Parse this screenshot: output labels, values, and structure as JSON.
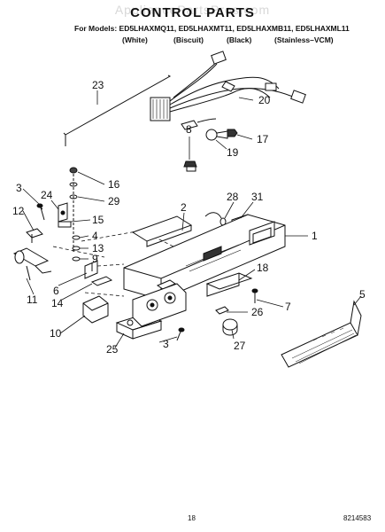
{
  "header": {
    "watermark": "AppliancePartsPros.com",
    "title": "CONTROL PARTS",
    "models": "For Models: ED5LHAXMQ11, ED5LHAXMT11, ED5LHAXMB11, ED5LHAXML11",
    "colors": [
      "(White)",
      "(Biscuit)",
      "(Black)",
      "(Stainless–VCM)"
    ]
  },
  "callouts": [
    {
      "id": "c23",
      "label": "23"
    },
    {
      "id": "c20",
      "label": "20"
    },
    {
      "id": "c8",
      "label": "8"
    },
    {
      "id": "c17",
      "label": "17"
    },
    {
      "id": "c19",
      "label": "19"
    },
    {
      "id": "c16",
      "label": "16"
    },
    {
      "id": "c29",
      "label": "29"
    },
    {
      "id": "c3a",
      "label": "3"
    },
    {
      "id": "c24",
      "label": "24"
    },
    {
      "id": "c12",
      "label": "12"
    },
    {
      "id": "c15",
      "label": "15"
    },
    {
      "id": "c4",
      "label": "4"
    },
    {
      "id": "c13",
      "label": "13"
    },
    {
      "id": "c9",
      "label": "9"
    },
    {
      "id": "c2",
      "label": "2"
    },
    {
      "id": "c28",
      "label": "28"
    },
    {
      "id": "c31",
      "label": "31"
    },
    {
      "id": "c1",
      "label": "1"
    },
    {
      "id": "c11",
      "label": "11"
    },
    {
      "id": "c6",
      "label": "6"
    },
    {
      "id": "c14",
      "label": "14"
    },
    {
      "id": "c18",
      "label": "18"
    },
    {
      "id": "c5",
      "label": "5"
    },
    {
      "id": "c7",
      "label": "7"
    },
    {
      "id": "c10",
      "label": "10"
    },
    {
      "id": "c26",
      "label": "26"
    },
    {
      "id": "c27",
      "label": "27"
    },
    {
      "id": "c25",
      "label": "25"
    },
    {
      "id": "c3b",
      "label": "3"
    }
  ],
  "footer": {
    "page": "18",
    "part_number": "8214583"
  }
}
